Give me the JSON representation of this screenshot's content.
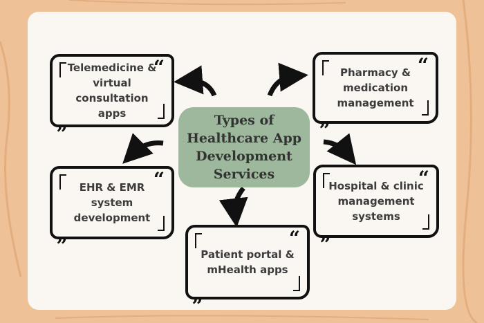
{
  "title": "Types of Healthcare App Development Services",
  "services": [
    {
      "label": "Telemedicine & virtual consultation apps"
    },
    {
      "label": "Pharmacy & medication management"
    },
    {
      "label": "EHR & EMR system development"
    },
    {
      "label": "Hospital & clinic management systems"
    },
    {
      "label": "Patient portal & mHealth apps"
    }
  ],
  "colors": {
    "background": "#efc197",
    "card": "#faf6f2",
    "center": "#9db89c",
    "text": "#3c3c3c"
  }
}
